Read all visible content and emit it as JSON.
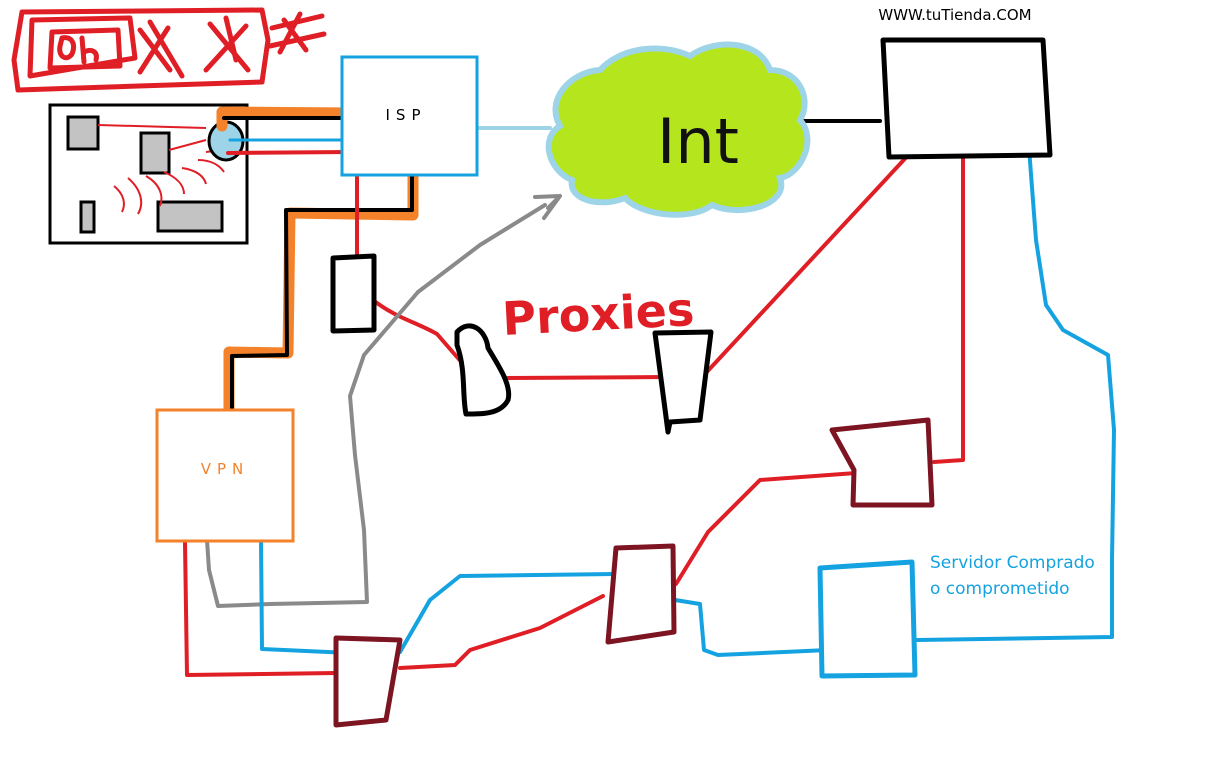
{
  "labels": {
    "site": "WWW.tuTienda.COM",
    "isp": "ISP",
    "internet": "Int",
    "vpn": "VPN",
    "proxies": "Proxies",
    "server_line1": "Servidor Comprado",
    "server_line2": "o comprometido"
  },
  "colors": {
    "red": "#e01e25",
    "blue": "#14a3e0",
    "light_blue": "#9dd4e8",
    "orange": "#f4822a",
    "black": "#000000",
    "gray": "#8a8a8a",
    "green": "#b5e61d",
    "maroon": "#7d1422",
    "chip_gray": "#c3c3c3"
  }
}
